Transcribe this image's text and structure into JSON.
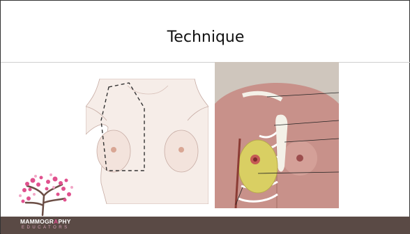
{
  "slide": {
    "title": "Technique",
    "footer": {
      "brand_part1": "MAMMOGR",
      "brand_mark": "A",
      "brand_part2": "PHY",
      "sub": "EDUCATORS"
    },
    "colors": {
      "footer": "#5a4a45",
      "accent": "#e0518e",
      "tissue": "#d9cf63"
    }
  },
  "icons": [
    "breast-sketch-image",
    "anatomy-illustration-image",
    "blossom-tree-logo"
  ]
}
